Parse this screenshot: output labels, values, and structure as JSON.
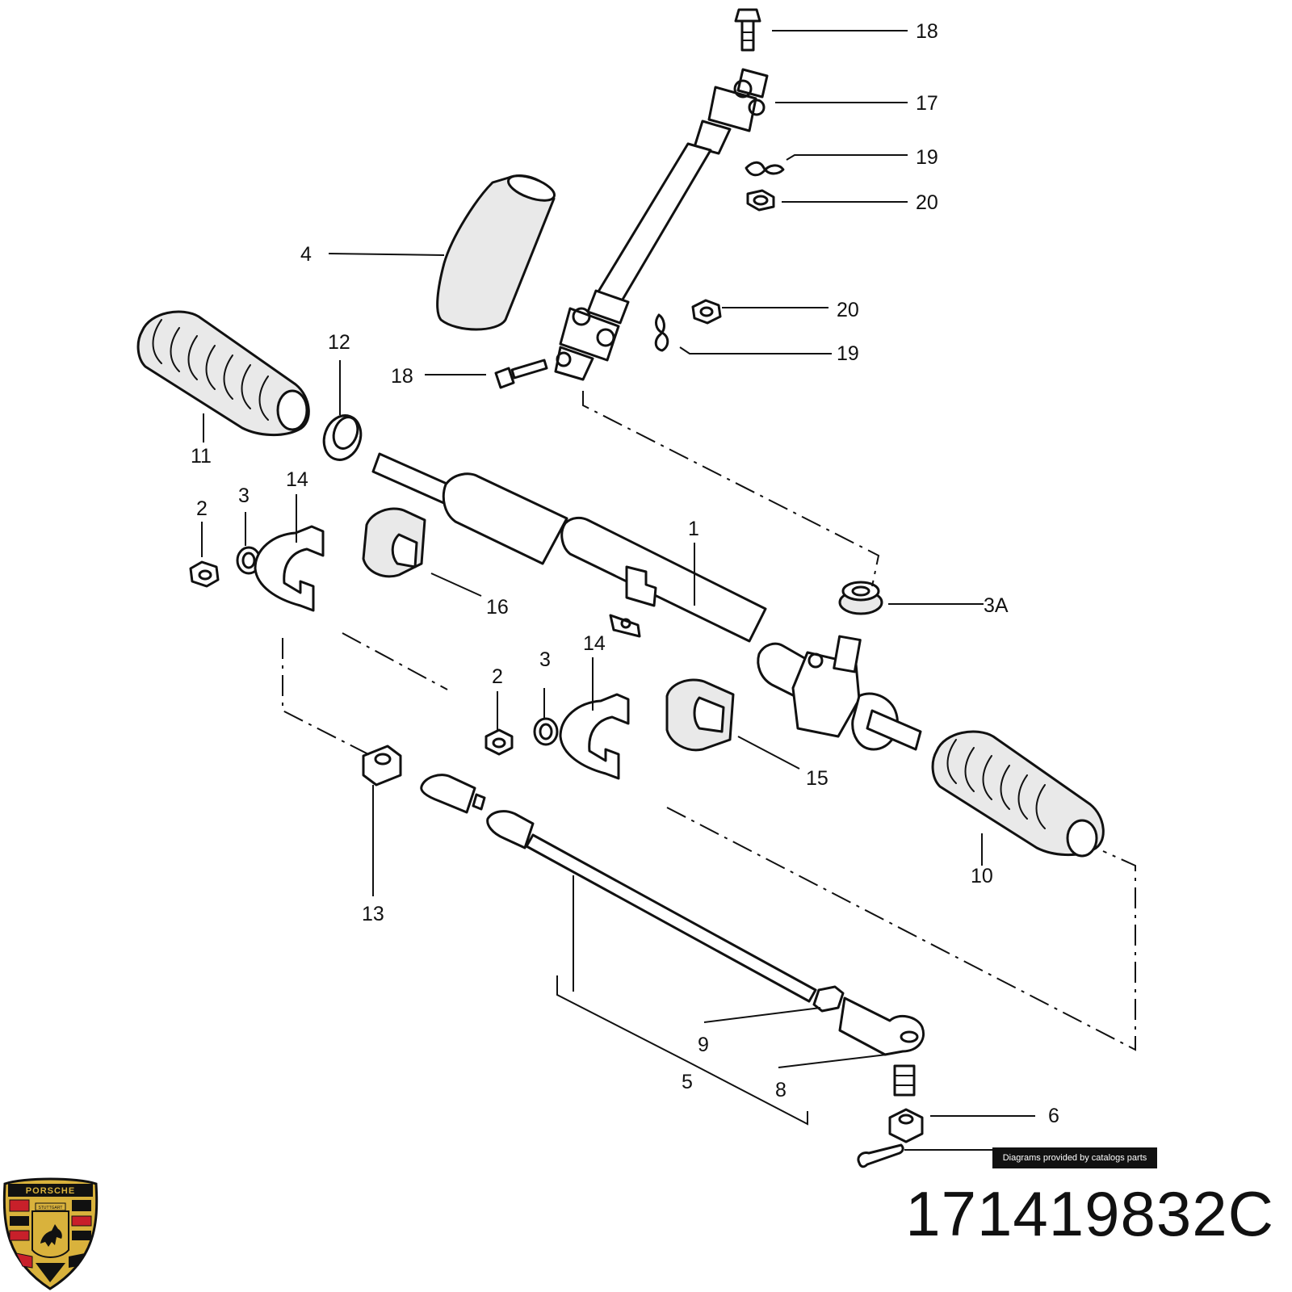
{
  "diagram": {
    "callouts": [
      {
        "id": "c18-top",
        "text": "18"
      },
      {
        "id": "c17",
        "text": "17"
      },
      {
        "id": "c19-top",
        "text": "19"
      },
      {
        "id": "c20-top",
        "text": "20"
      },
      {
        "id": "c4",
        "text": "4"
      },
      {
        "id": "c20-mid",
        "text": "20"
      },
      {
        "id": "c19-mid",
        "text": "19"
      },
      {
        "id": "c12",
        "text": "12"
      },
      {
        "id": "c18-mid",
        "text": "18"
      },
      {
        "id": "c11",
        "text": "11"
      },
      {
        "id": "c2-left",
        "text": "2"
      },
      {
        "id": "c3-left",
        "text": "3"
      },
      {
        "id": "c14-left",
        "text": "14"
      },
      {
        "id": "c1",
        "text": "1"
      },
      {
        "id": "c16",
        "text": "16"
      },
      {
        "id": "c3a",
        "text": "3A"
      },
      {
        "id": "c3-mid",
        "text": "3"
      },
      {
        "id": "c14-mid",
        "text": "14"
      },
      {
        "id": "c2-mid",
        "text": "2"
      },
      {
        "id": "c15",
        "text": "15"
      },
      {
        "id": "c10",
        "text": "10"
      },
      {
        "id": "c13",
        "text": "13"
      },
      {
        "id": "c9",
        "text": "9"
      },
      {
        "id": "c5",
        "text": "5"
      },
      {
        "id": "c8",
        "text": "8"
      },
      {
        "id": "c6",
        "text": "6"
      }
    ]
  },
  "credit": "Diagrams provided by catalogs parts",
  "part_number": "171419832C",
  "logo": {
    "wordmark": "PORSCHE",
    "city": "STUTTGART",
    "colors": {
      "gold": "#d9b23c",
      "red": "#c8202a",
      "black": "#111111"
    }
  }
}
